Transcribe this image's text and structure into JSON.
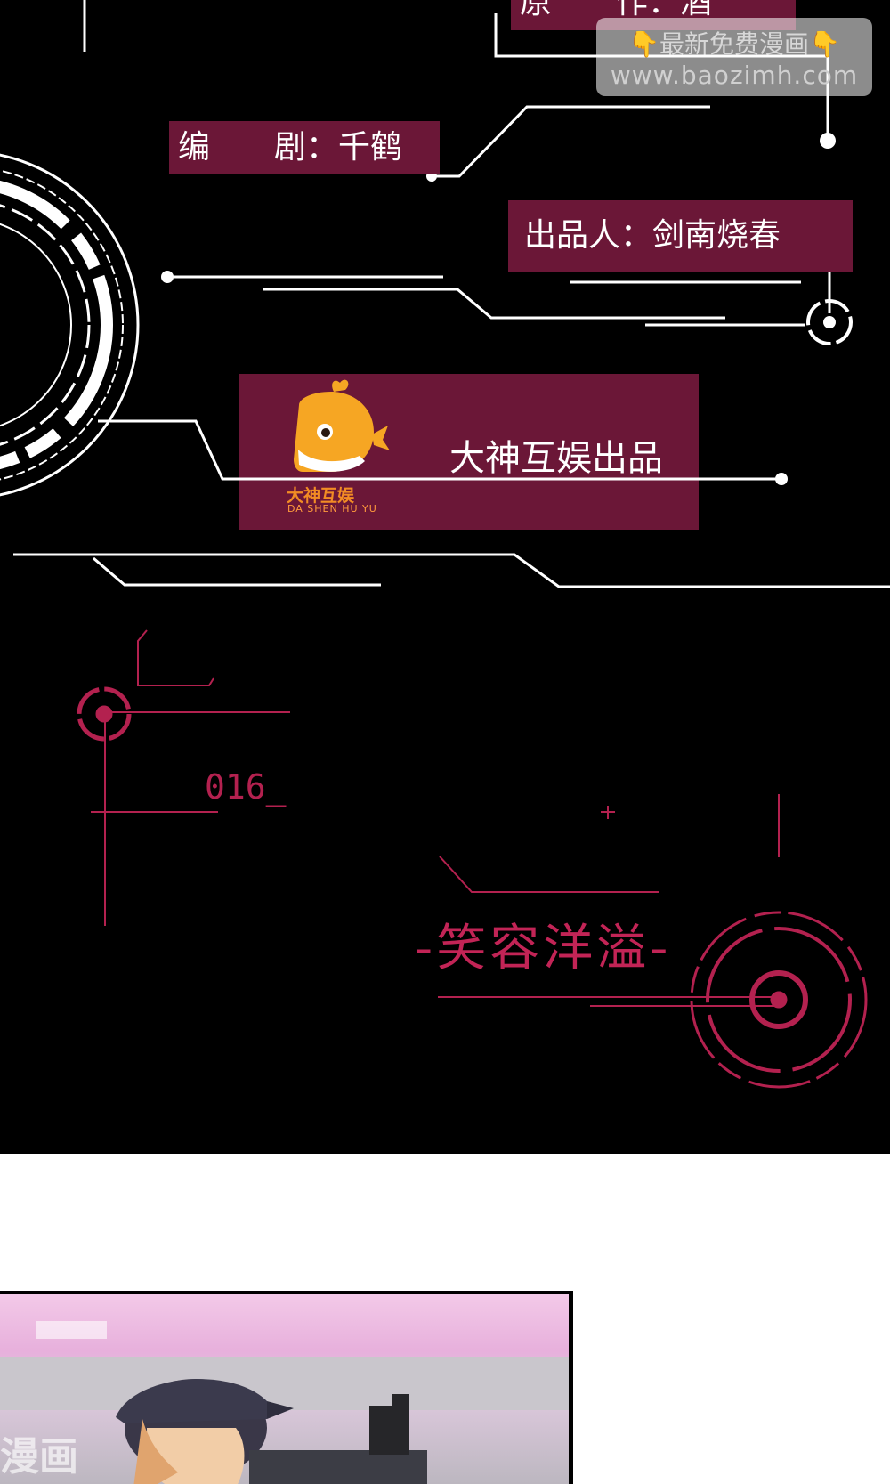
{
  "credits": {
    "original_author": "原　　作：酒",
    "writer": "编　　剧：千鹤",
    "producer": "出品人：剑南烧春",
    "studio_name": "大神互娱出品",
    "logo_cn": "大神互娱",
    "logo_en": "DA SHEN HU YU"
  },
  "watermark": {
    "line1": "👇最新免费漫画👇",
    "line2": "www.baozimh.com"
  },
  "chapter": {
    "number": "016_",
    "title": "-笑容洋溢-"
  },
  "corner_watermark": "漫画",
  "colors": {
    "label_bg": "#6b1737",
    "accent": "#c22456",
    "line": "#ffffff",
    "logo_orange": "#f6a623"
  }
}
